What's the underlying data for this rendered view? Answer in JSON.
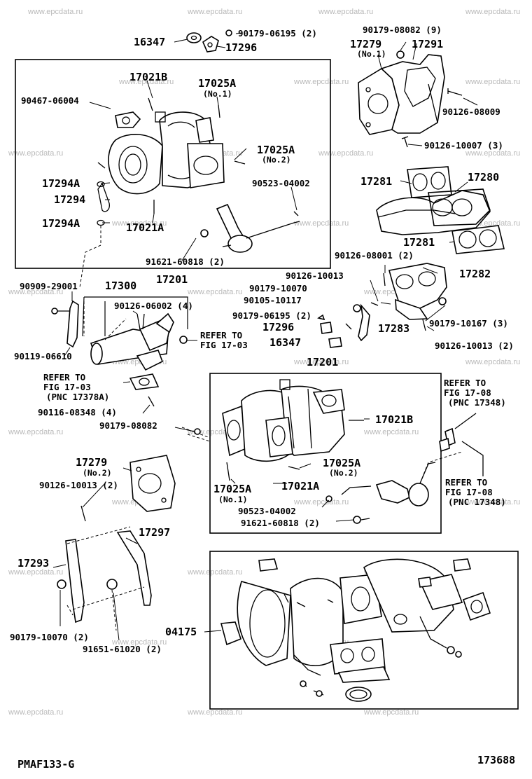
{
  "watermark": "www.epcdata.ru",
  "footer": {
    "left_code": "PMAF133-G",
    "right_code": "173688"
  },
  "labels": {
    "p16347_top": "16347",
    "p90179_06195_top": "90179-06195 (2)",
    "p17296_top": "17296",
    "p90179_08082_9": "90179-08082 (9)",
    "p17279_no1_num": "17279",
    "p17279_no1_sub": "(No.1)",
    "p17291": "17291",
    "p17021b_top": "17021B",
    "p17025a_no1_num": "17025A",
    "p17025a_no1_sub": "(No.1)",
    "p90467_06004": "90467-06004",
    "p90126_08009": "90126-08009",
    "p17025a_no2_num": "17025A",
    "p17025a_no2_sub": "(No.2)",
    "p90126_10007": "90126-10007 (3)",
    "p17294a_upper": "17294A",
    "p17294": "17294",
    "p17294a_lower": "17294A",
    "p17021a_top": "17021A",
    "p90523_04002_top": "90523-04002",
    "p17281_top": "17281",
    "p17280": "17280",
    "p91621_60818_top": "91621-60818 (2)",
    "p17201_top": "17201",
    "p17281_lower": "17281",
    "p90126_08001": "90126-08001 (2)",
    "p90126_10013_top": "90126-10013",
    "p17282": "17282",
    "p90909_29001": "90909-29001",
    "p17300": "17300",
    "p90179_10070_top": "90179-10070",
    "p90105_10117": "90105-10117",
    "p90126_06002": "90126-06002 (4)",
    "p90179_06195_mid": "90179-06195 (2)",
    "p17296_mid": "17296",
    "p17283": "17283",
    "p90179_10167": "90179-10167 (3)",
    "refer_17_03_a_1": "REFER TO",
    "refer_17_03_a_2": "FIG 17-03",
    "p16347_mid": "16347",
    "p90119_06610": "90119-06610",
    "p90126_10013_2": "90126-10013 (2)",
    "p17201_mid": "17201",
    "refer_17_03_b_1": "REFER TO",
    "refer_17_03_b_2": "FIG 17-03",
    "refer_17_03_b_3": "(PNC 17378A)",
    "refer_17_08_a_1": "REFER TO",
    "refer_17_08_a_2": "FIG 17-08",
    "refer_17_08_a_3": "(PNC 17348)",
    "p90116_08348": "90116-08348 (4)",
    "p90179_08082_mid": "90179-08082",
    "p17021b_mid": "17021B",
    "p17279_no2_num": "17279",
    "p17279_no2_sub": "(No.2)",
    "p17025a_mid_no2_num": "17025A",
    "p17025a_mid_no2_sub": "(No.2)",
    "refer_17_08_b_1": "REFER TO",
    "refer_17_08_b_2": "FIG 17-08",
    "refer_17_08_b_3": "(PNC 17348)",
    "p90126_10013_mid": "90126-10013 (2)",
    "p17025a_mid_no1_num": "17025A",
    "p17021a_mid": "17021A",
    "p17025a_mid_no1_sub": "(No.1)",
    "p90523_04002_mid": "90523-04002",
    "p91621_60818_mid": "91621-60818 (2)",
    "p17297": "17297",
    "p17293": "17293",
    "p04175": "04175",
    "p90179_10070_2": "90179-10070 (2)",
    "p91651_61020": "91651-61020 (2)"
  }
}
